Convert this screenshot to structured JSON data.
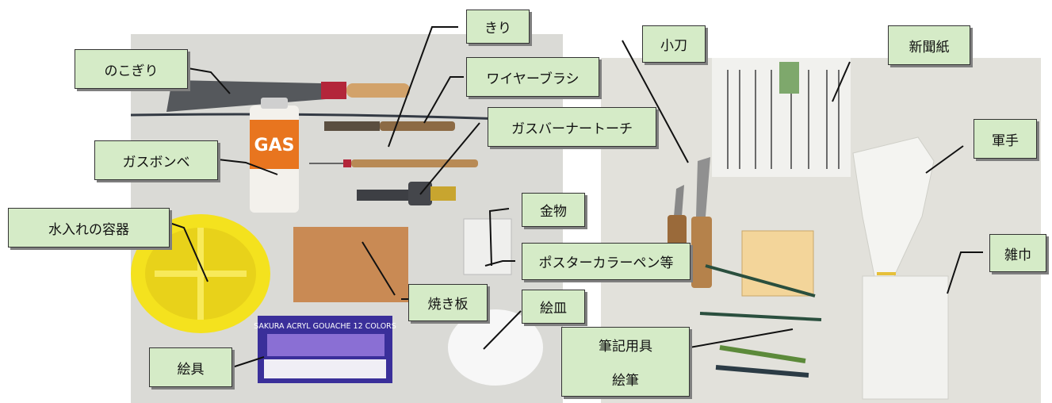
{
  "labels": {
    "saw": "のこぎり",
    "awl": "きり",
    "wire_brush": "ワイヤーブラシ",
    "gas_torch": "ガスバーナートーチ",
    "gas_cylinder": "ガスボンベ",
    "water_container": "水入れの容器",
    "hardware": "金物",
    "poster_pen": "ポスターカラーペン等",
    "burn_board": "焼き板",
    "palette": "絵皿",
    "paints": "絵具",
    "knife": "小刀",
    "newspaper": "新聞紙",
    "gloves": "軍手",
    "cloth": "雑巾",
    "writing_tools": "筆記用具",
    "brush": "絵筆"
  },
  "product_text": {
    "gas_can": "GAS",
    "paint_box": "SAKURA ACRYL GOUACHE 12 COLORS"
  },
  "colors": {
    "label_fill": "#d5ebc7",
    "label_border": "#333333",
    "table_left": "#dcdcd8",
    "table_right": "#e3e2dc"
  }
}
